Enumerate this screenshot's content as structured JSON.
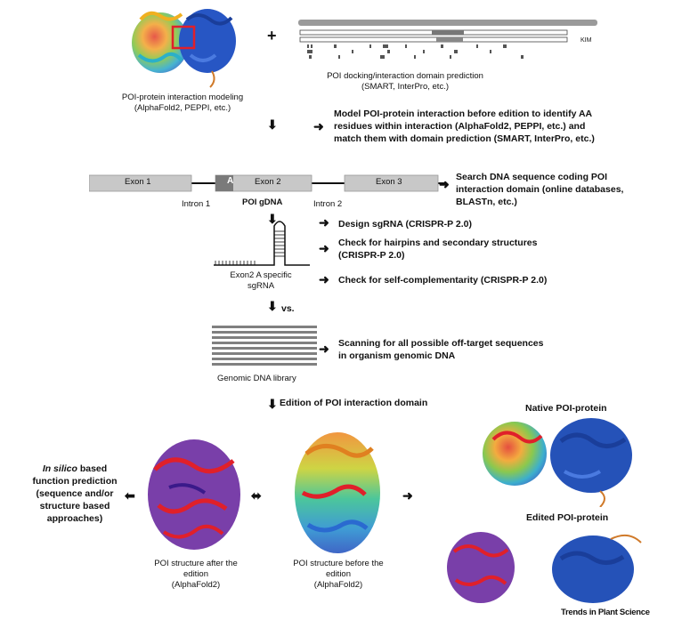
{
  "top": {
    "plus": "+",
    "modeling_caption": [
      "POI-protein interaction modeling",
      "(AlphaFold2, PEPPI, etc.)"
    ],
    "docking_caption": [
      "POI docking/interaction domain prediction",
      "(SMART, InterPro, etc.)"
    ],
    "domain_label": "KIM"
  },
  "steps": {
    "model": [
      "Model POI-protein interaction before edition to identify AA",
      "residues within interaction (AlphaFold2, PEPPI, etc.) and",
      "match them with domain prediction (SMART, InterPro, etc.)"
    ],
    "search": [
      "Search DNA sequence coding POI",
      "interaction domain (online databases,",
      "BLASTn, etc.)"
    ],
    "design": "Design sgRNA (CRISPR-P 2.0)",
    "hairpins": [
      "Check for hairpins and secondary structures",
      "(CRISPR-P 2.0)"
    ],
    "selfcomp": "Check for self-complementarity (CRISPR-P 2.0)",
    "scanning": [
      "Scanning for all possible off-target sequences",
      "in organism genomic DNA"
    ],
    "edition": "Edition of POI interaction domain"
  },
  "gene": {
    "exon1": "Exon 1",
    "exon2": "Exon 2",
    "exon3": "Exon 3",
    "region": "A",
    "intron1": "Intron 1",
    "intron2": "Intron 2",
    "gdna": "POI gDNA"
  },
  "sgrna_caption": [
    "Exon2 A specific",
    "sgRNA"
  ],
  "vs": "vs.",
  "library_caption": "Genomic DNA library",
  "bottom": {
    "insilico_italic": "In silico",
    "insilico_rest": " based",
    "insilico_lines": [
      "function prediction",
      "(sequence and/or",
      "structure based",
      "approaches)"
    ],
    "after_caption": [
      "POI structure after the",
      "edition",
      "(AlphaFold2)"
    ],
    "before_caption": [
      "POI structure before the",
      "edition",
      "(AlphaFold2)"
    ],
    "native_title": "Native POI-protein",
    "edited_title": "Edited POI-protein"
  },
  "journal": "Trends in Plant Science",
  "colors": {
    "exon": "#c8c8c8",
    "region_a": "#7a7a7a",
    "blue_protein": "#2552b8",
    "edited_red": "#e0202a",
    "edited_purple": "#6a2aa0"
  }
}
